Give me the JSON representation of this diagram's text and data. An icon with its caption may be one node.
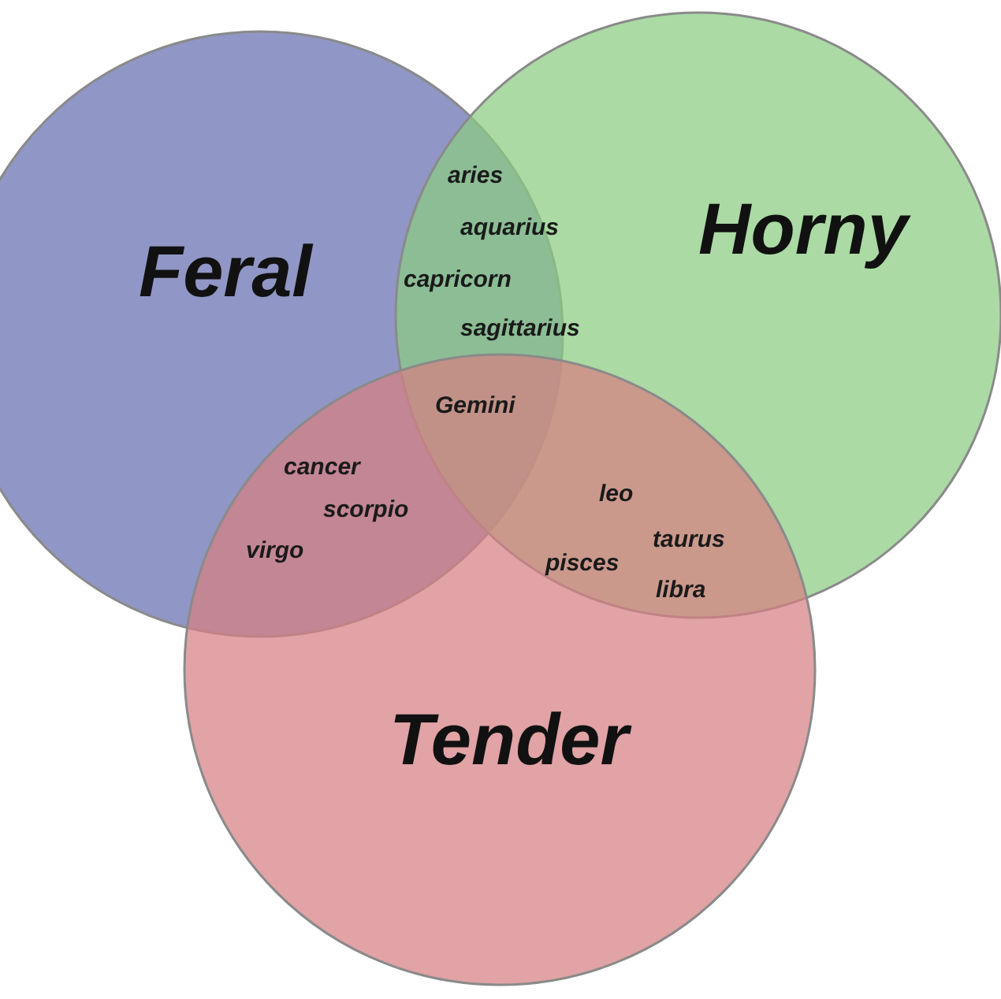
{
  "diagram": {
    "nodes": [
      {
        "text": [
          "Feral"
        ]
      },
      {
        "text": [
          "Horny"
        ]
      },
      {
        "text": [
          "Tender"
        ]
      }
    ],
    "labels": [
      "aries",
      "aquarius",
      "capricorn",
      "sagittarius",
      "Gemini",
      "cancer",
      "scorpio",
      "virgo",
      "leo",
      "taurus",
      "pisces",
      "libra"
    ]
  }
}
